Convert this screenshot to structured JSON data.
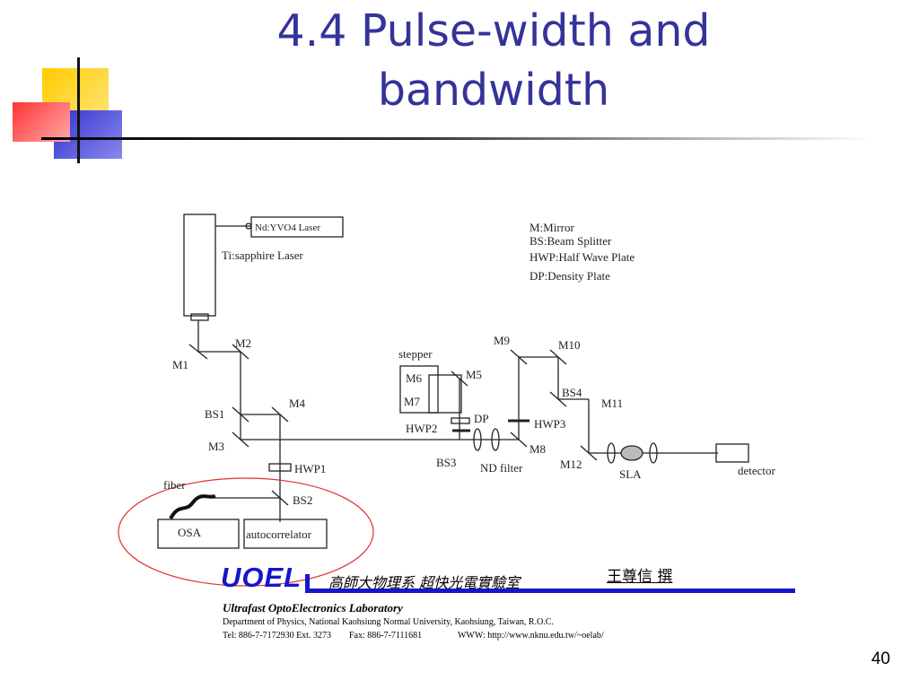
{
  "slide": {
    "title_line1": "4.4 Pulse-width and",
    "title_line2": "bandwidth",
    "page_number": "40"
  },
  "colors": {
    "title": "#333399",
    "deco_yellow": "#ffcc00",
    "deco_red": "#ff3333",
    "deco_blue": "#3333cc",
    "highlight_ellipse": "#e03030",
    "banner_blue": "#1515cc"
  },
  "diagram": {
    "legend": [
      "M:Mirror",
      "BS:Beam Splitter",
      "HWP:Half Wave Plate",
      "DP:Density Plate"
    ],
    "labels": {
      "nd_laser": "Nd:YVO4  Laser",
      "ti_laser": "Ti:sapphire Laser",
      "m1": "M1",
      "m2": "M2",
      "m3": "M3",
      "m4": "M4",
      "m5": "M5",
      "m6": "M6",
      "m7": "M7",
      "m8": "M8",
      "m9": "M9",
      "m10": "M10",
      "m11": "M11",
      "m12": "M12",
      "bs1": "BS1",
      "bs2": "BS2",
      "bs3": "BS3",
      "bs4": "BS4",
      "hwp1": "HWP1",
      "hwp2": "HWP2",
      "hwp3": "HWP3",
      "dp": "DP",
      "stepper": "stepper",
      "nd_filter": "ND filter",
      "sla": "SLA",
      "detector": "detector",
      "fiber": "fiber",
      "osa": "OSA",
      "autocorrelator": "autocorrelator"
    }
  },
  "banner": {
    "logo": "UOEL",
    "lab_cn": "高師大物理系 超快光電實驗室",
    "author": "王尊信 撰",
    "lab_en": "Ultrafast OptoElectronics Laboratory",
    "dept": "Department of Physics, National Kaohsiung Normal University, Kaohsiung, Taiwan, R.O.C.",
    "contact": "Tel: 886-7-7172930 Ext. 3273        Fax: 886-7-7111681                WWW: http://www.nknu.edu.tw/~oelab/"
  }
}
